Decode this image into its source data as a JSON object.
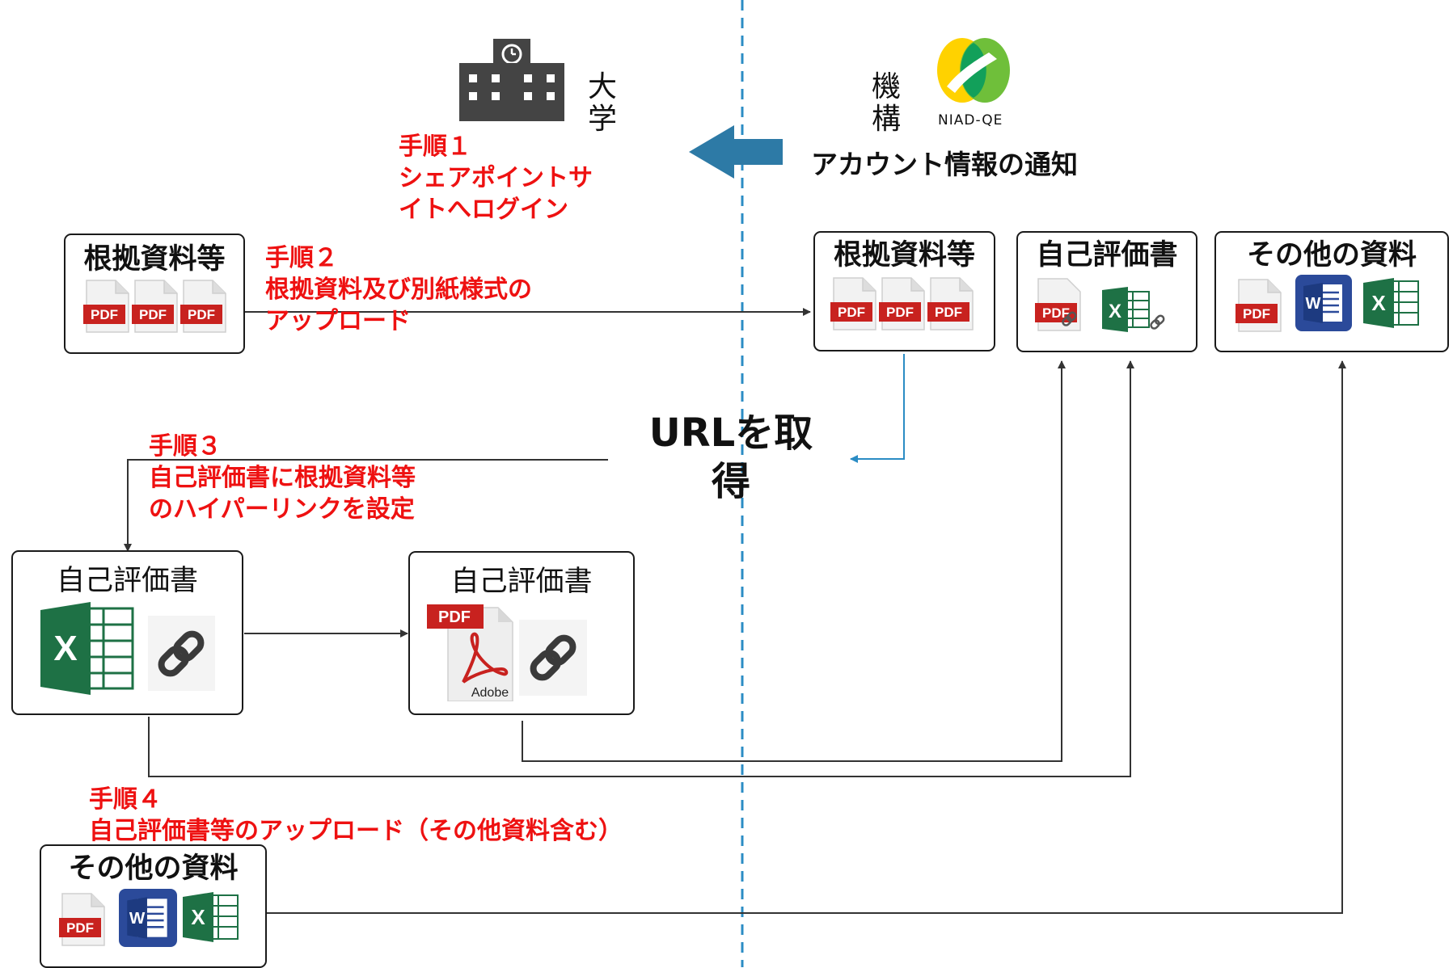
{
  "university": {
    "label_line1": "大",
    "label_line2": "学"
  },
  "niad": {
    "label_line1": "機",
    "label_line2": "構",
    "logo_text": "NIAD-QE",
    "notice": "アカウント情報の通知"
  },
  "steps": {
    "step1": {
      "title": "手順１",
      "line1": "シェアポイントサ",
      "line2": "イトへログイン"
    },
    "step2": {
      "title": "手順２",
      "line1": "根拠資料及び別紙様式の",
      "line2": "アップロード"
    },
    "step3": {
      "title": "手順３",
      "line1": "自己評価書に根拠資料等",
      "line2": "のハイパーリンクを設定"
    },
    "step4": {
      "title": "手順４",
      "line1": "自己評価書等のアップロード（その他資料含む）"
    }
  },
  "url_label": {
    "line1": "URLを取",
    "line2": "得"
  },
  "boxes": {
    "univ_evidence": "根拠資料等",
    "sp_evidence": "根拠資料等",
    "sp_self_eval": "自己評価書",
    "sp_other": "その他の資料",
    "excel_self_eval": "自己評価書",
    "pdf_self_eval": "自己評価書",
    "univ_other": "その他の資料"
  },
  "icon_text": {
    "pdf": "PDF",
    "word": "W",
    "excel": "X",
    "adobe": "Adobe"
  },
  "colors": {
    "step_red": "#ee1111",
    "divider_blue": "#2b8cc4",
    "arrow_blue": "#2d7aa6",
    "pdf_red": "#c8221f",
    "excel_green": "#1e7145",
    "word_blue": "#2b4a9a"
  }
}
